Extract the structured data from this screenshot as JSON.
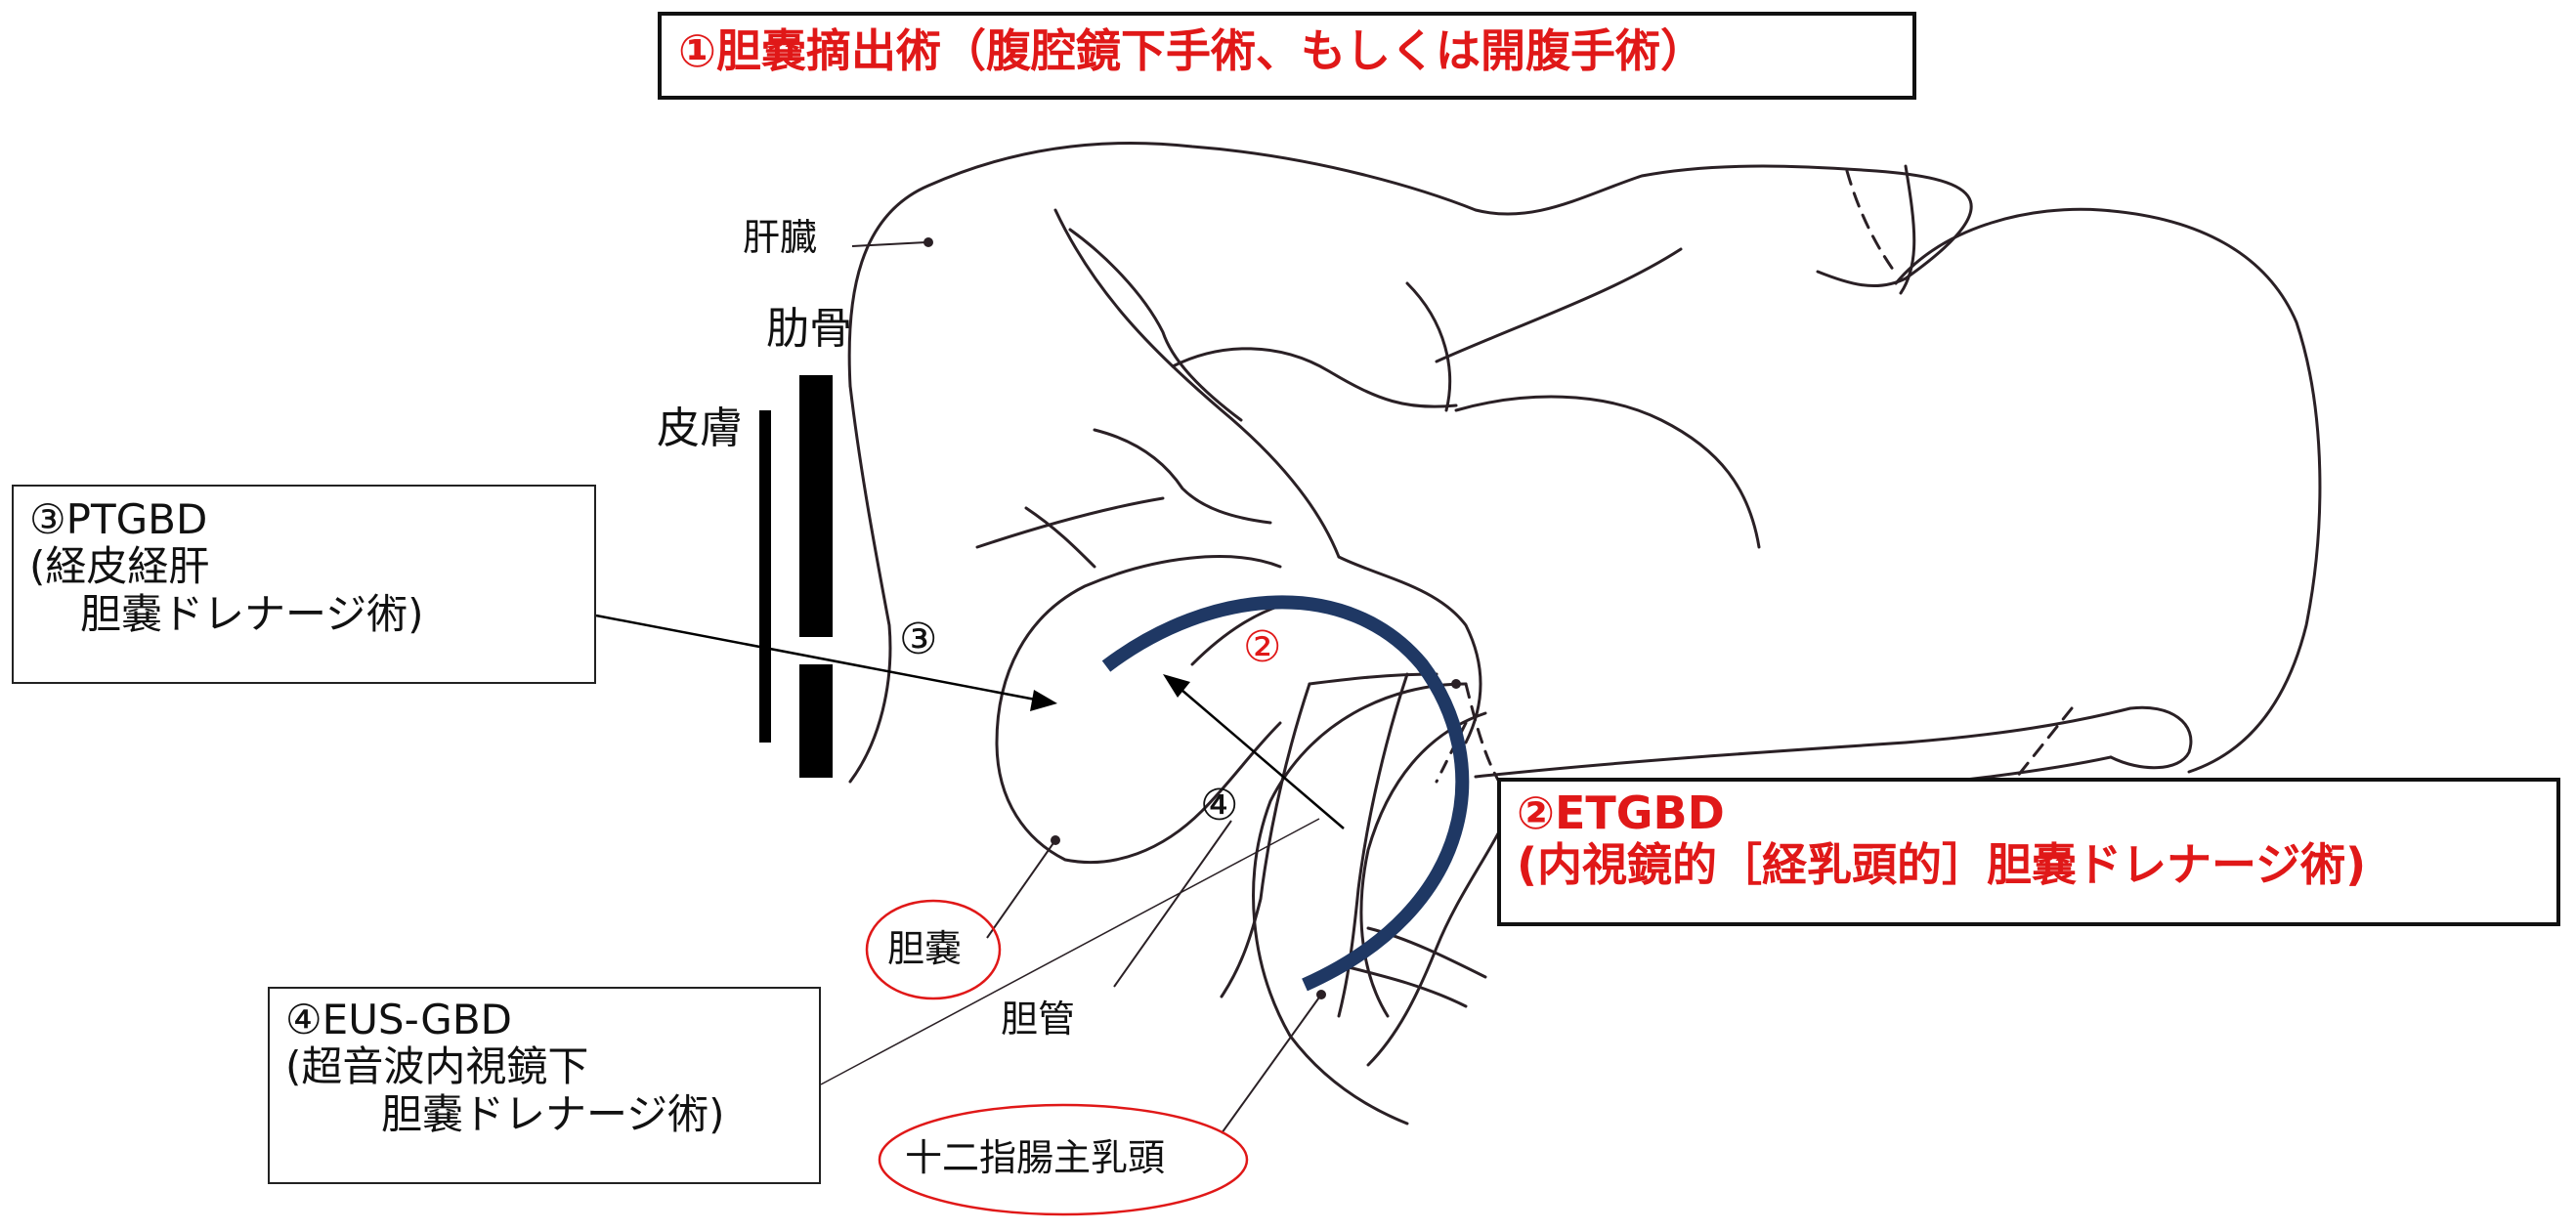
{
  "title": "①胆嚢摘出術（腹腔鏡下手術、もしくは開腹手術）",
  "anatomy": {
    "liver": "肝臓",
    "rib": "肋骨",
    "skin": "皮膚",
    "gallbladder": "胆嚢",
    "bile_duct": "胆管",
    "papilla": "十二指腸主乳頭"
  },
  "markers": {
    "m2": "②",
    "m3": "③",
    "m4": "④"
  },
  "procedures": {
    "ptgbd": {
      "line1": "③PTGBD",
      "line2": "(経皮経肝",
      "line3": "胆嚢ドレナージ術)"
    },
    "etgbd": {
      "line1": "②ETGBD",
      "line2": "(内視鏡的［経乳頭的］胆嚢ドレナージ術)"
    },
    "eusgbd": {
      "line1": "④EUS-GBD",
      "line2": "(超音波内視鏡下",
      "line3": "胆嚢ドレナージ術)"
    }
  },
  "colors": {
    "accent_red": "#e01818",
    "endoscope_navy": "#1f3864",
    "line": "#2a2025"
  }
}
